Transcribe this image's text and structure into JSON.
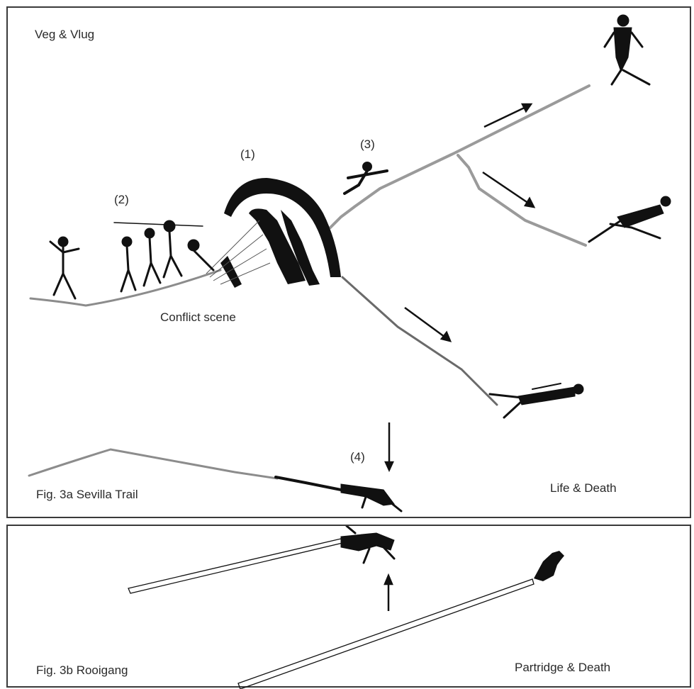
{
  "panel_a": {
    "top_left_label": "Veg & Vlug",
    "marker_1": "(1)",
    "marker_2": "(2)",
    "marker_3": "(3)",
    "marker_4": "(4)",
    "scene_label": "Conflict scene",
    "caption": "Fig. 3a  Sevilla Trail",
    "bottom_right_label": "Life & Death"
  },
  "panel_b": {
    "caption": "Fig. 3b  Rooigang",
    "bottom_right_label": "Partridge & Death"
  },
  "colors": {
    "ink": "#111111",
    "trail": "#8c8c8c",
    "border": "#3a3a3a"
  }
}
